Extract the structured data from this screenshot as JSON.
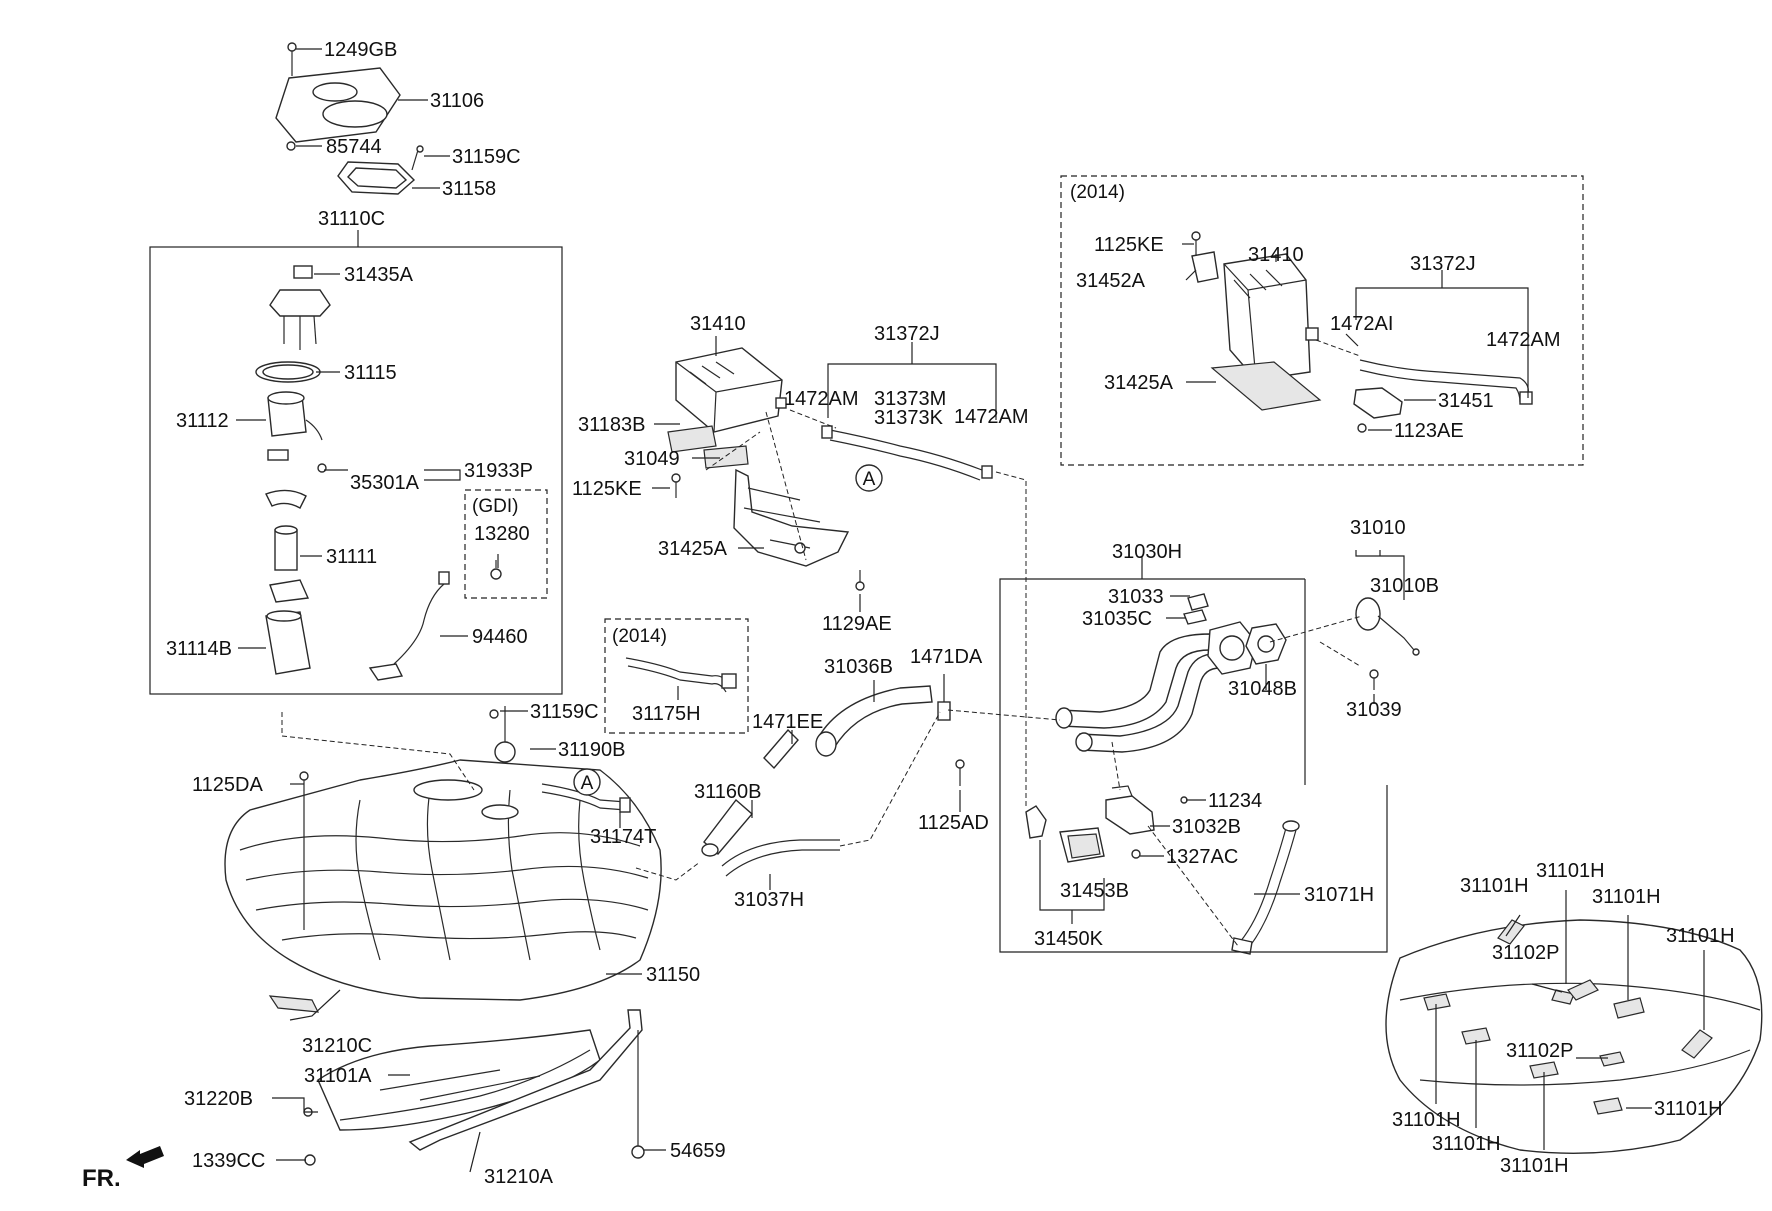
{
  "diagram": {
    "front_marker": "FR.",
    "callout_letter": "A",
    "boxes": {
      "gdi": "(GDI)",
      "variant_2014_main": "(2014)",
      "variant_2014_hose": "(2014)"
    },
    "labels": [
      "1249GB",
      "31106",
      "85744",
      "31159C",
      "31158",
      "31110C",
      "31435A",
      "31115",
      "31112",
      "31933P",
      "35301A",
      "13280",
      "31111",
      "31114B",
      "94460",
      "31410",
      "31372J",
      "31183B",
      "1472AM",
      "31373M",
      "31373K",
      "1472AM",
      "31049",
      "1125KE",
      "31425A",
      "1129AE",
      "31175H",
      "31036B",
      "1471DA",
      "1471EE",
      "31159C",
      "31190B",
      "1125DA",
      "31174T",
      "31160B",
      "31037H",
      "1125AD",
      "31030H",
      "31033",
      "31035C",
      "31010",
      "31010B",
      "31048B",
      "31039",
      "11234",
      "31032B",
      "1327AC",
      "31453B",
      "31071H",
      "31450K",
      "31150",
      "31210C",
      "31101A",
      "31220B",
      "1339CC",
      "31210A",
      "54659",
      "1125KE",
      "31410",
      "31372J",
      "31452A",
      "1472AI",
      "1472AM",
      "31425A",
      "31451",
      "1123AE",
      "31101H",
      "31101H",
      "31101H",
      "31101H",
      "31102P",
      "31102P",
      "31101H",
      "31101H",
      "31101H",
      "31101H"
    ]
  }
}
